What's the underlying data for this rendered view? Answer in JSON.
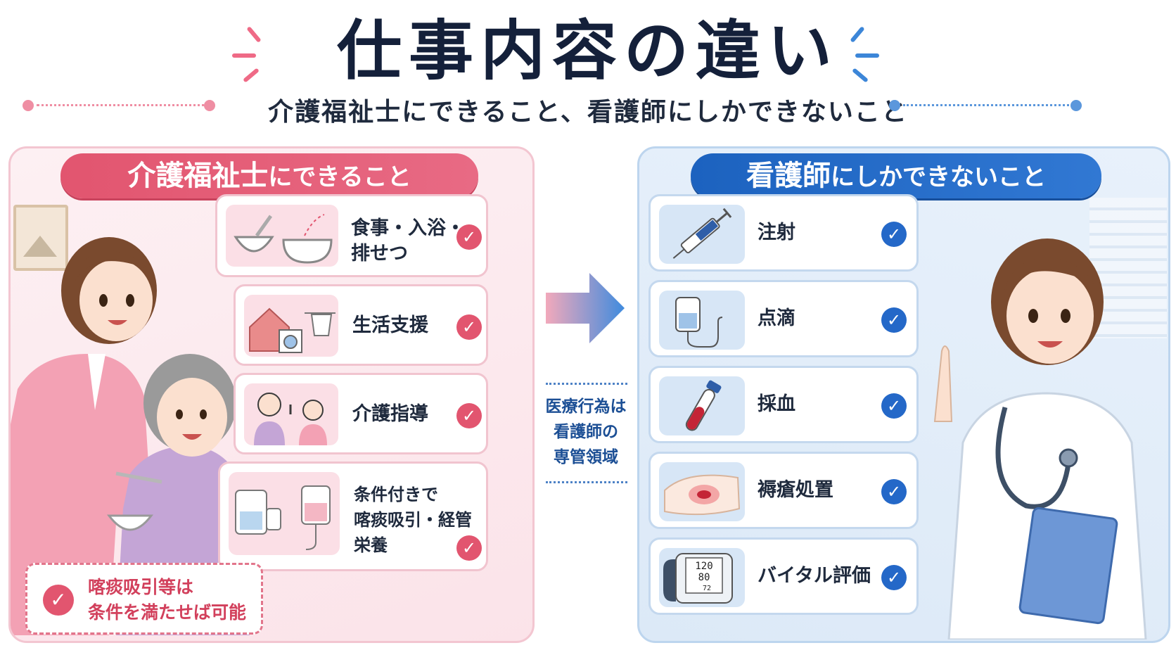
{
  "header": {
    "title": "仕事内容の違い",
    "subtitle": "介護福祉士にできること、看護師にしかできないこと"
  },
  "left_panel": {
    "heading_strong": "介護福祉士",
    "heading_rest": "にできること",
    "items": [
      {
        "label": "食事・入浴・\n排せつ",
        "icon": "meal-bath-icon"
      },
      {
        "label": "生活支援",
        "icon": "house-laundry-icon"
      },
      {
        "label": "介護指導",
        "icon": "instruction-icon"
      },
      {
        "label": "条件付きで\n喀痰吸引・経管栄養",
        "icon": "suction-feeding-icon"
      }
    ],
    "note": "喀痰吸引等は\n条件を満たせば可能"
  },
  "middle": {
    "text": "医療行為は\n看護師の\n専管領域"
  },
  "right_panel": {
    "heading_strong": "看護師",
    "heading_rest": "にしかできないこと",
    "items": [
      {
        "label": "注射",
        "icon": "syringe-icon"
      },
      {
        "label": "点滴",
        "icon": "iv-drip-icon"
      },
      {
        "label": "採血",
        "icon": "blood-tube-icon"
      },
      {
        "label": "褥瘡処置",
        "icon": "wound-care-icon"
      },
      {
        "label": "バイタル評価",
        "icon": "blood-pressure-monitor-icon"
      }
    ]
  },
  "monitor_readings": [
    "120",
    "80",
    "72"
  ],
  "colors": {
    "care_accent": "#e2556f",
    "nurse_accent": "#2468c8",
    "title": "#14203a"
  }
}
